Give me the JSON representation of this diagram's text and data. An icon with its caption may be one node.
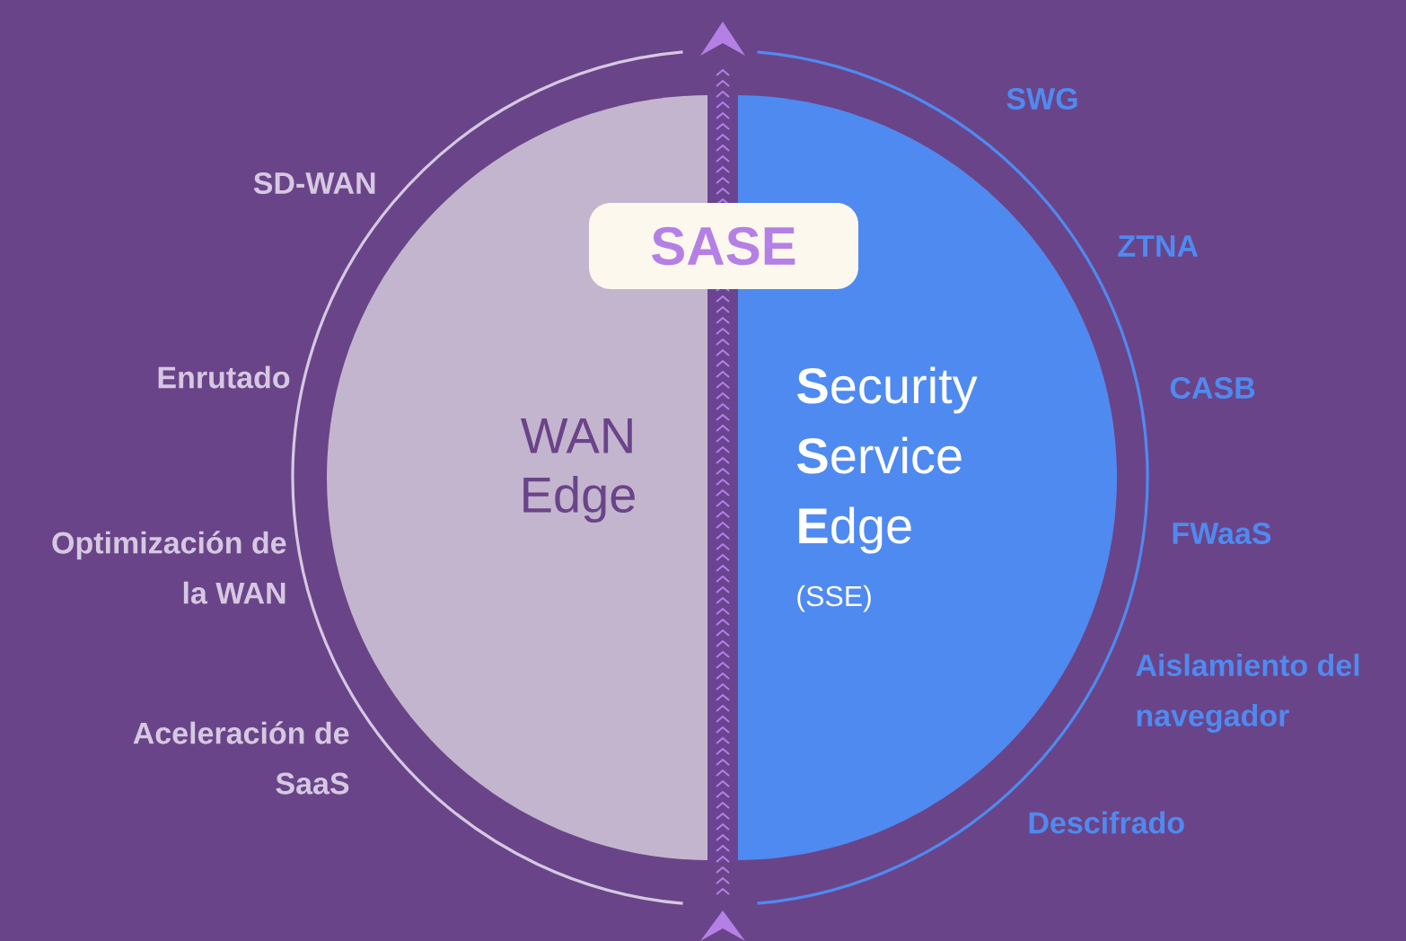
{
  "diagram": {
    "nodes": [
      {
        "text": [
          "WAN Edge"
        ]
      },
      {
        "text": [
          "**S**ecurity **S**ervice **E**dge",
          "(SSE)"
        ]
      },
      {
        "text": [
          "SASE"
        ]
      }
    ],
    "labels": [
      "SD-WAN",
      "Enrutado",
      "Optimización de la WAN",
      "Aceleración de SaaS",
      "SWG",
      "ZTNA",
      "CASB",
      "FWaaS",
      "Aislamiento del navegador",
      "Descifrado"
    ]
  }
}
